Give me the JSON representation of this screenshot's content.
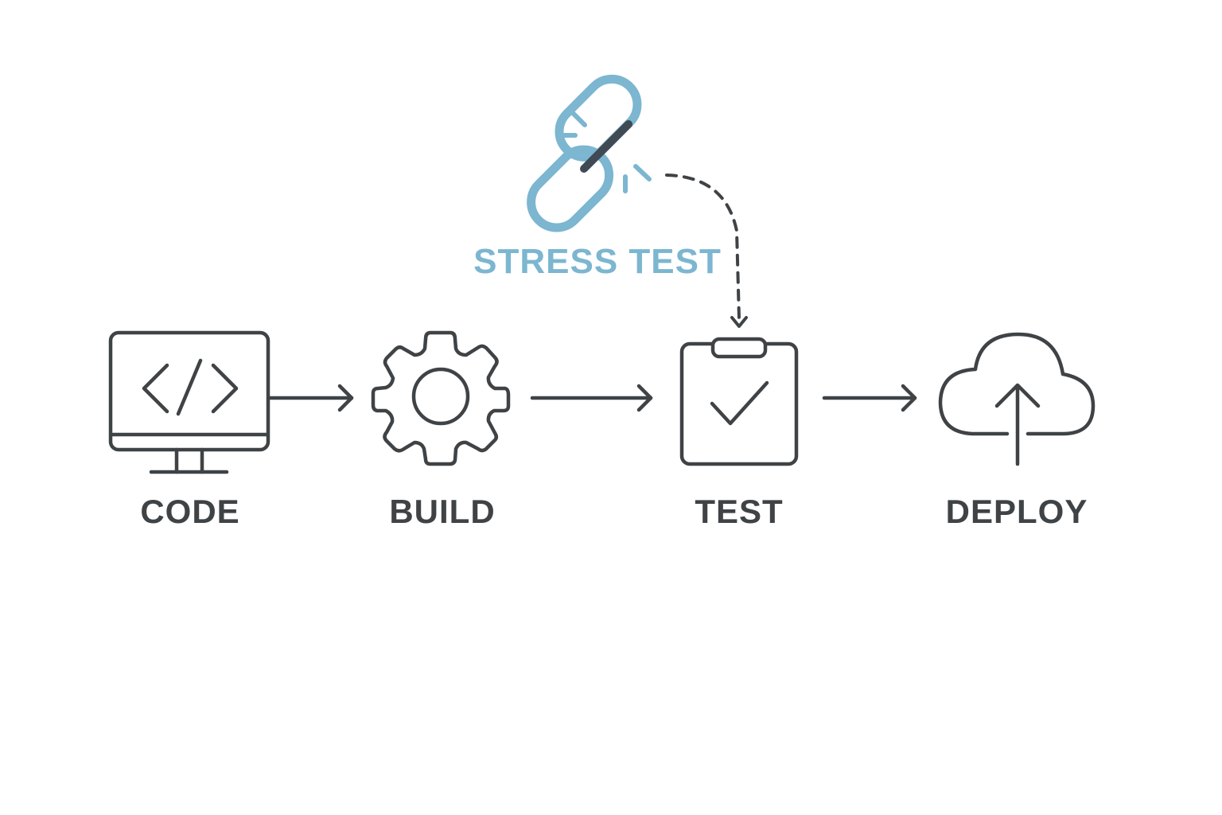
{
  "diagram": {
    "type": "pipeline-flow",
    "colors": {
      "stroke": "#3f4346",
      "accent": "#7cb6d0",
      "background": "#ffffff"
    },
    "steps": [
      {
        "label": "CODE",
        "icon": "monitor-code-icon"
      },
      {
        "label": "BUILD",
        "icon": "gear-icon"
      },
      {
        "label": "TEST",
        "icon": "clipboard-check-icon"
      },
      {
        "label": "DEPLOY",
        "icon": "cloud-upload-icon"
      }
    ],
    "connectors": [
      {
        "from": "CODE",
        "to": "BUILD",
        "style": "solid-arrow"
      },
      {
        "from": "BUILD",
        "to": "TEST",
        "style": "solid-arrow"
      },
      {
        "from": "TEST",
        "to": "DEPLOY",
        "style": "solid-arrow"
      }
    ],
    "injection": {
      "label": "STRESS TEST",
      "icon": "broken-link-icon",
      "target": "TEST",
      "style": "dashed-curved-arrow"
    }
  }
}
